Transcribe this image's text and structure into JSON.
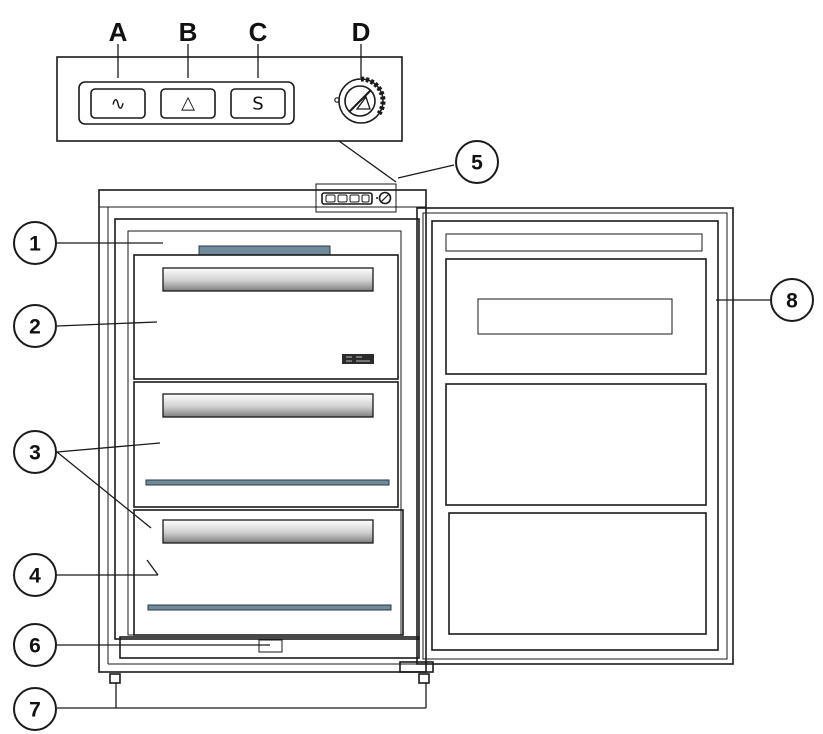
{
  "control_panel": {
    "labels": {
      "a": "A",
      "b": "B",
      "c": "C",
      "d": "D"
    },
    "buttons": {
      "a_symbol": "∿",
      "b_symbol": "△",
      "c_symbol": "S"
    }
  },
  "callouts": {
    "c1": "1",
    "c2": "2",
    "c3": "3",
    "c4": "4",
    "c5": "5",
    "c6": "6",
    "c7": "7",
    "c8": "8"
  },
  "colors": {
    "line": "#1a1a1a",
    "shelf_bar": "#6f8a9a",
    "handle_gradient_top": "#ffffff",
    "handle_gradient_bottom": "#8a8a8a"
  }
}
